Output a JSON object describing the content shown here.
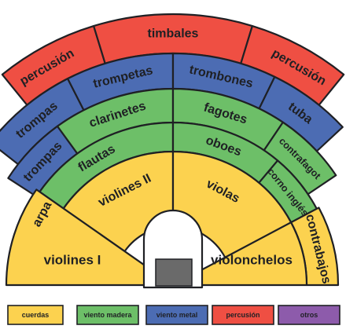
{
  "colors": {
    "cuerdas": "#fcd24f",
    "viento_madera": "#6dbf68",
    "viento_metal": "#4c6cb3",
    "percusion": "#ef4f43",
    "otros": "#8d5bab",
    "outline": "#1f2024",
    "podium": "#6a6a6a",
    "background": "#ffffff"
  },
  "sections": {
    "percusion_left": "percusión",
    "timbales": "timbales",
    "percusion_right": "percusión",
    "trompas_upper": "trompas",
    "trompetas": "trompetas",
    "trombones": "trombones",
    "tuba": "tuba",
    "trompas_lower": "trompas",
    "clarinetes": "clarinetes",
    "fagotes": "fagotes",
    "contrafagot": "contrafagot",
    "flautas": "flautas",
    "oboes": "oboes",
    "corno_ingles": "corno inglés",
    "arpa": "arpa",
    "violines_ii": "violines II",
    "violas": "violas",
    "contrabajos": "contrabajos",
    "violines_i": "violines I",
    "violonchelos": "violonchelos"
  },
  "legend": [
    {
      "key": "cuerdas",
      "label": "cuerdas"
    },
    {
      "key": "viento_madera",
      "label": "viento madera"
    },
    {
      "key": "viento_metal",
      "label": "viento metal"
    },
    {
      "key": "percusion",
      "label": "percusión"
    },
    {
      "key": "otros",
      "label": "otros"
    }
  ]
}
